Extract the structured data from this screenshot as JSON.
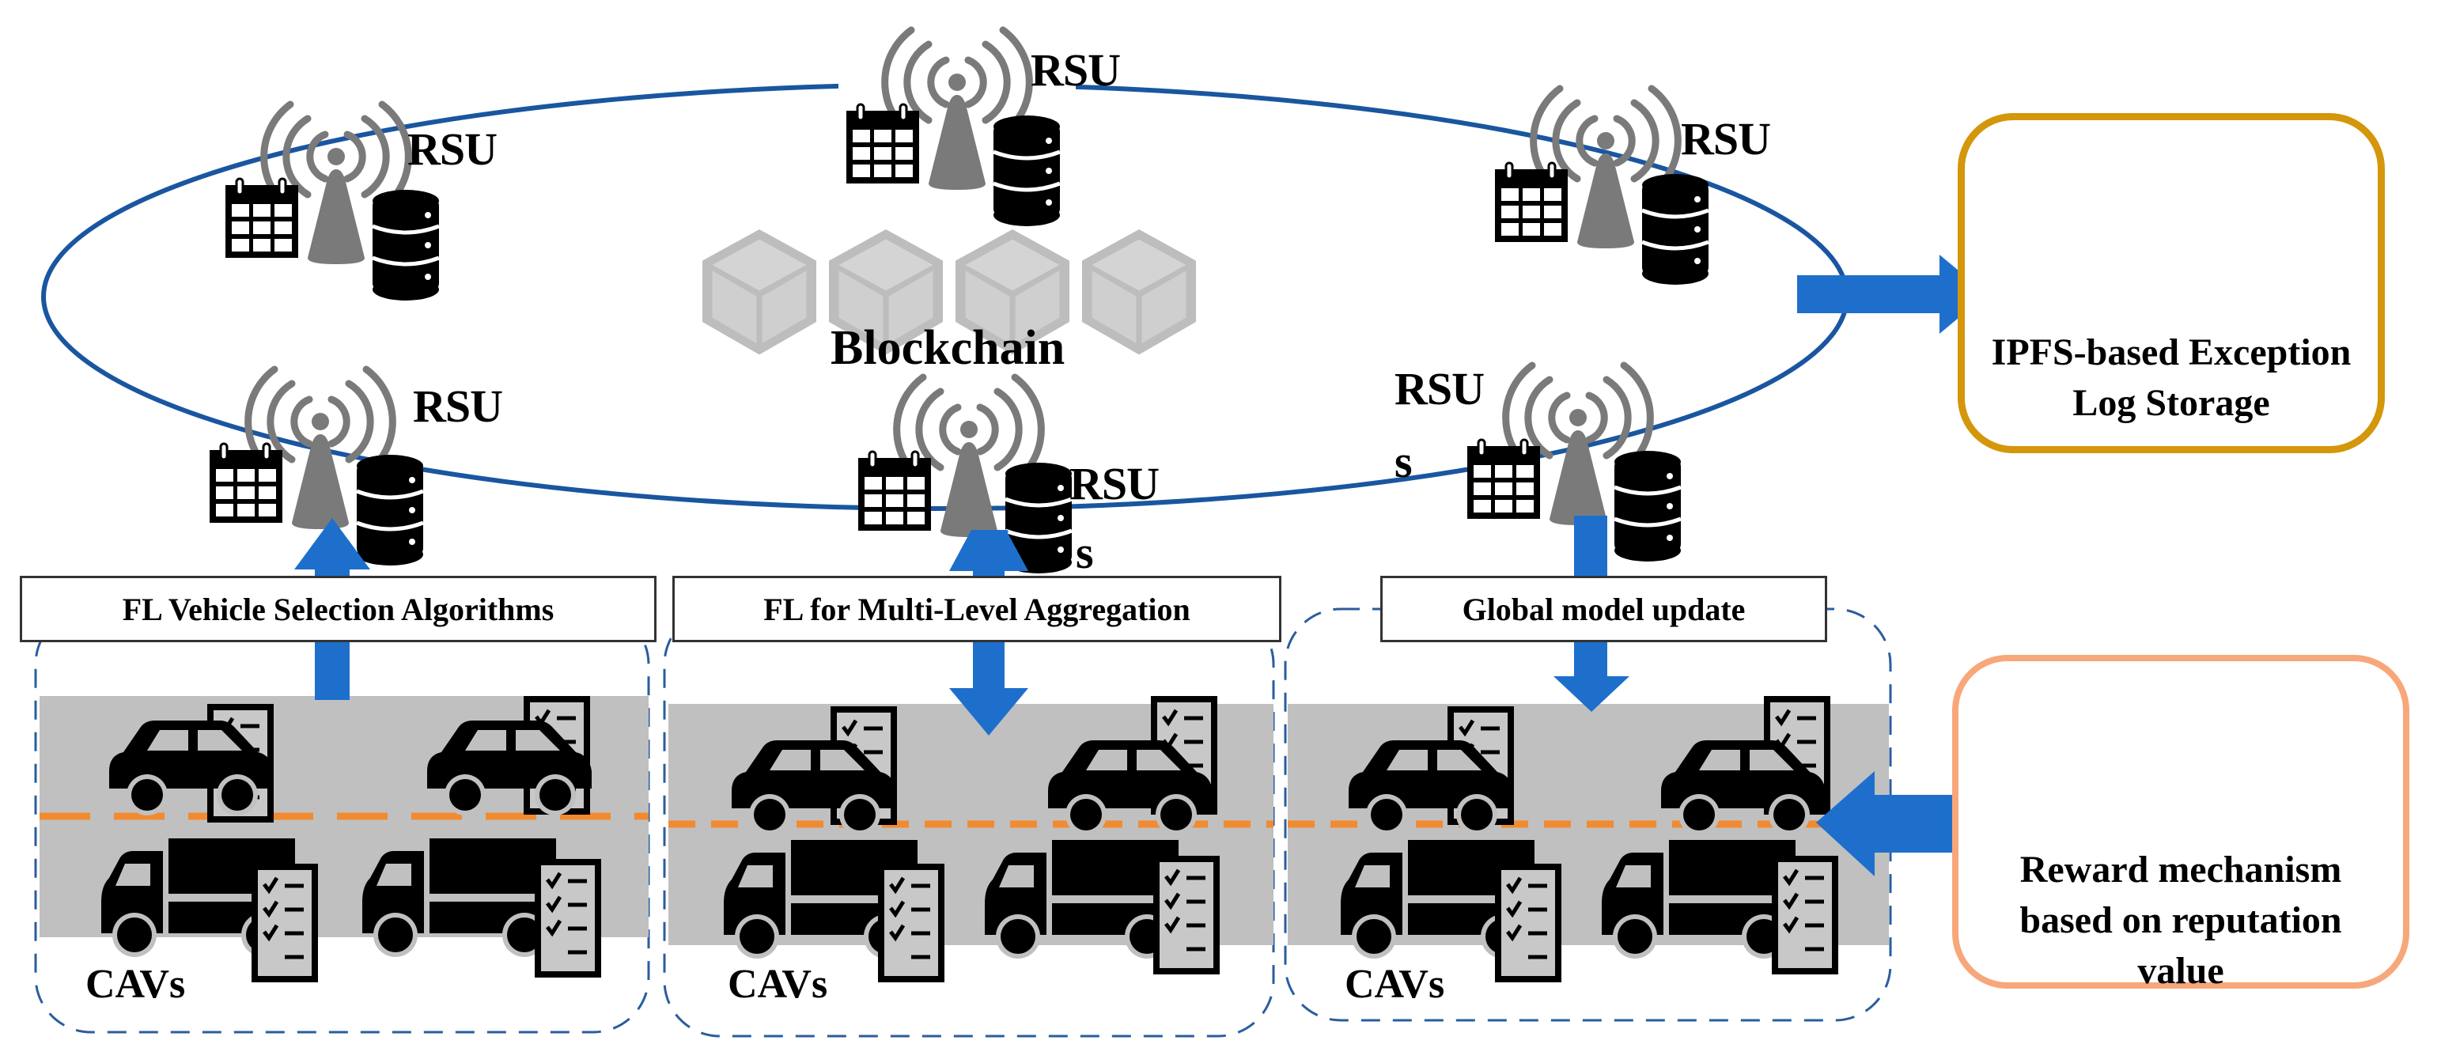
{
  "diagram": {
    "title": "",
    "colors": {
      "ring": "#1a56a0",
      "arrow": "#1e6fcc",
      "road": "#c0c0c0",
      "lane_divider": "#f28a30",
      "container_dash": "#2a5d9e",
      "ipfs_border": "#d4960a",
      "reward_border": "#f7a77a",
      "rsu_tower": "#7a7a7a",
      "blockchain_cube": "#bdbdbd",
      "ipfs_icon": "#3a63c8"
    },
    "blockchain": {
      "label": "Blockchain",
      "blocks": 4
    },
    "rsus": [
      {
        "id": "rsu-top-left",
        "label": "RSU"
      },
      {
        "id": "rsu-top-center",
        "label": "RSU"
      },
      {
        "id": "rsu-top-right",
        "label": "RSU"
      },
      {
        "id": "rsu-bottom-left",
        "label": "RSU"
      },
      {
        "id": "rsu-bottom-center",
        "label": "RSU",
        "suffix": "s"
      },
      {
        "id": "rsu-bottom-right",
        "label": "RSU",
        "suffix": "s"
      }
    ],
    "stages": [
      {
        "id": "vehicle-selection",
        "label": "FL Vehicle Selection Algorithms",
        "arrow": "up",
        "group_label": "CAVs"
      },
      {
        "id": "multi-level-aggregation",
        "label": "FL for Multi-Level Aggregation",
        "arrow": "both",
        "group_label": "CAVs"
      },
      {
        "id": "global-model-update",
        "label": "Global model update",
        "arrow": "down",
        "group_label": "CAVs"
      }
    ],
    "ipfs": {
      "label_line1": "IPFS-based Exception",
      "label_line2": "Log Storage",
      "icon": "network-hub-icon"
    },
    "reward": {
      "label_line1": "Reward mechanism",
      "label_line2": "based on reputation",
      "label_line3": "value",
      "icon": "blockchain-network-icon"
    },
    "vehicles_per_group": {
      "cars": 2,
      "trucks": 2
    }
  }
}
